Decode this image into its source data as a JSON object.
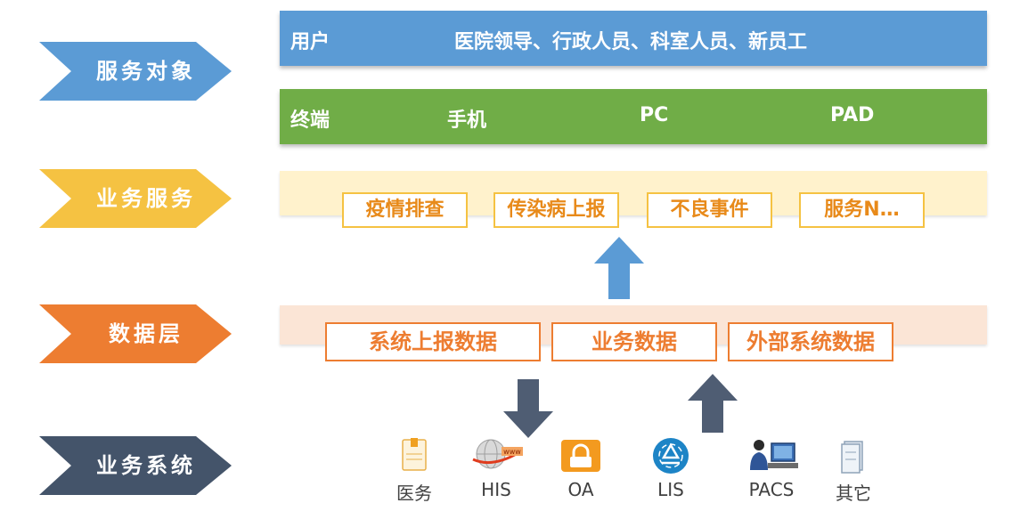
{
  "layers": {
    "service_target": {
      "label": "服务对象",
      "color": "#5b9bd5"
    },
    "business_service": {
      "label": "业务服务",
      "color": "#f5c242"
    },
    "data_layer": {
      "label": "数据层",
      "color": "#ed7d31"
    },
    "business_system": {
      "label": "业务系统",
      "color": "#44546a"
    }
  },
  "users_band": {
    "label": "用户",
    "text": "医院领导、行政人员、科室人员、新员工"
  },
  "terminals_band": {
    "label": "终端",
    "items": [
      "手机",
      "PC",
      "PAD"
    ]
  },
  "services": [
    "疫情排查",
    "传染病上报",
    "不良事件",
    "服务N…"
  ],
  "data_items": [
    "系统上报数据",
    "业务数据",
    "外部系统数据"
  ],
  "systems": [
    {
      "label": "医务",
      "icon": "envelope-icon"
    },
    {
      "label": "HIS",
      "icon": "globe-www-icon"
    },
    {
      "label": "OA",
      "icon": "lock-icon"
    },
    {
      "label": "LIS",
      "icon": "recycle-icon"
    },
    {
      "label": "PACS",
      "icon": "workstation-icon"
    },
    {
      "label": "其它",
      "icon": "file-cabinet-icon"
    }
  ]
}
